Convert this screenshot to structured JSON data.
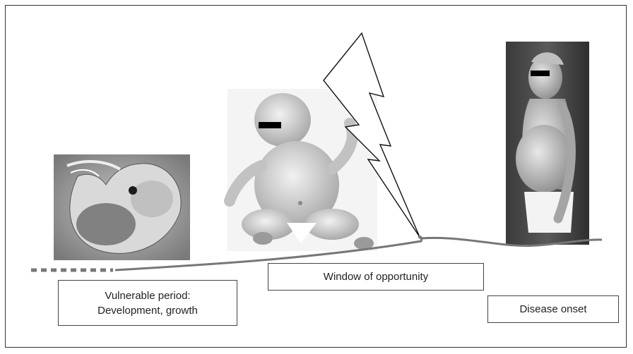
{
  "labels": {
    "vulnerable_line1": "Vulnerable period:",
    "vulnerable_line2": "Development, growth",
    "window": "Window of opportunity",
    "onset": "Disease onset"
  },
  "colors": {
    "frame": "#333333",
    "curve": "#777777",
    "bolt_stroke": "#111111"
  },
  "icons": {
    "embryo": "embryo-photo",
    "infant": "infant-photo",
    "adult": "adult-photo",
    "bolt": "lightning-bolt"
  }
}
